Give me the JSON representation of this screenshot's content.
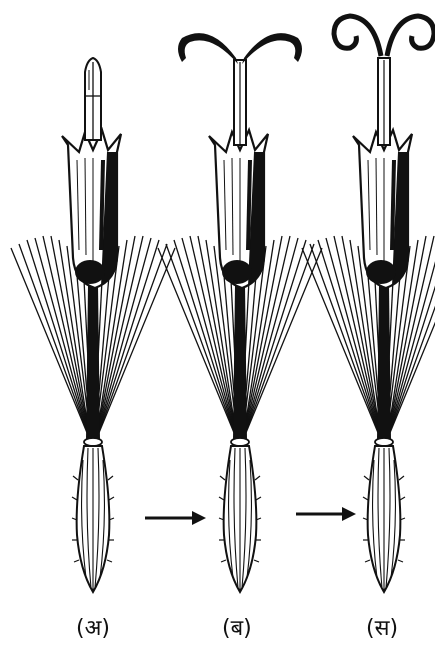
{
  "figure": {
    "stages": [
      {
        "label": "(अ)",
        "style_stigma": "closed"
      },
      {
        "label": "(ब)",
        "style_stigma": "spreading"
      },
      {
        "label": "(स)",
        "style_stigma": "curled"
      }
    ],
    "arrow_count": 2,
    "colors": {
      "ink": "#111111",
      "paper": "#ffffff"
    }
  }
}
